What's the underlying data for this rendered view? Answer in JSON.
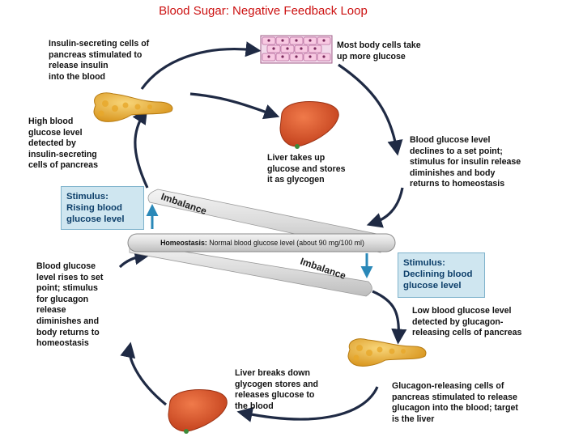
{
  "title": "Blood Sugar: Negative Feedback Loop",
  "labels": {
    "insulin_secreting": "Insulin-secreting cells of\npancreas stimulated to\nrelease insulin\ninto the blood",
    "body_cells": "Most body cells take\nup more glucose",
    "high_glucose": "High blood\nglucose level\ndetected by\ninsulin-secreting\ncells of pancreas",
    "liver_takes_up": "Liver takes up\nglucose and stores\nit as glycogen",
    "declines": "Blood glucose level\ndeclines to a set point;\nstimulus for insulin release\ndiminishes and body\nreturns to homeostasis",
    "rises": "Blood glucose\nlevel rises to set\npoint; stimulus\nfor glucagon\nrelease\ndiminishes and\nbody returns to\nhomeostasis",
    "low_glucose": "Low blood glucose level\ndetected by glucagon-\nreleasing cells of pancreas",
    "liver_breaks_down": "Liver breaks down\nglycogen stores and\nreleases glucose to\nthe blood",
    "glucagon_releasing": "Glucagon-releasing cells of\npancreas stimulated to release\nglucagon into the blood; target\nis the liver"
  },
  "stimulus_rising": "Stimulus:\nRising blood\nglucose level",
  "stimulus_declining": "Stimulus:\nDeclining blood\nglucose level",
  "imbalance_top": "Imbalance",
  "imbalance_bottom": "Imbalance",
  "homeostasis": {
    "label": "Homeostasis:",
    "text": "Normal blood glucose level (about 90 mg/100 ml)"
  },
  "colors": {
    "title": "#cc1111",
    "stimulus_box": "#cfe6f0",
    "arrow": "#1f2a44",
    "liver": "#d9532b",
    "pancreas": "#f0b030",
    "stimulus_arrow": "#2a88b8"
  }
}
